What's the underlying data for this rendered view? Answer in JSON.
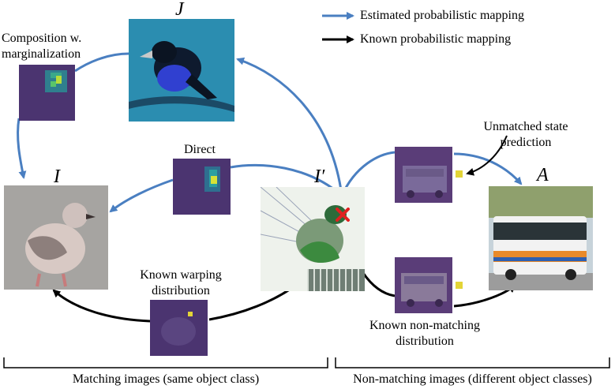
{
  "legend": {
    "estimated_label": "Estimated probabilistic mapping",
    "known_label": "Known probabilistic mapping",
    "estimated_color": "#4a7fc1",
    "known_color": "#000000"
  },
  "labels": {
    "J": "J",
    "I": "I",
    "I_prime": "I′",
    "A": "A",
    "composition_line1": "Composition w.",
    "composition_line2": "marginalization",
    "direct": "Direct",
    "unmatched_line1": "Unmatched state",
    "unmatched_line2": "prediction",
    "warping_line1": "Known warping",
    "warping_line2": "distribution",
    "nonmatching_line1": "Known non-matching",
    "nonmatching_line2": "distribution",
    "matching_caption": "Matching images (same object class)",
    "nonmatching_caption": "Non-matching images (different object classes)"
  },
  "images": {
    "J": "bird-blue-photo",
    "I": "pigeon-photo",
    "I_prime": "warped-pigeon-photo",
    "A": "bus-photo"
  },
  "marker": {
    "icon": "x-mark-icon",
    "color": "#e02020"
  }
}
